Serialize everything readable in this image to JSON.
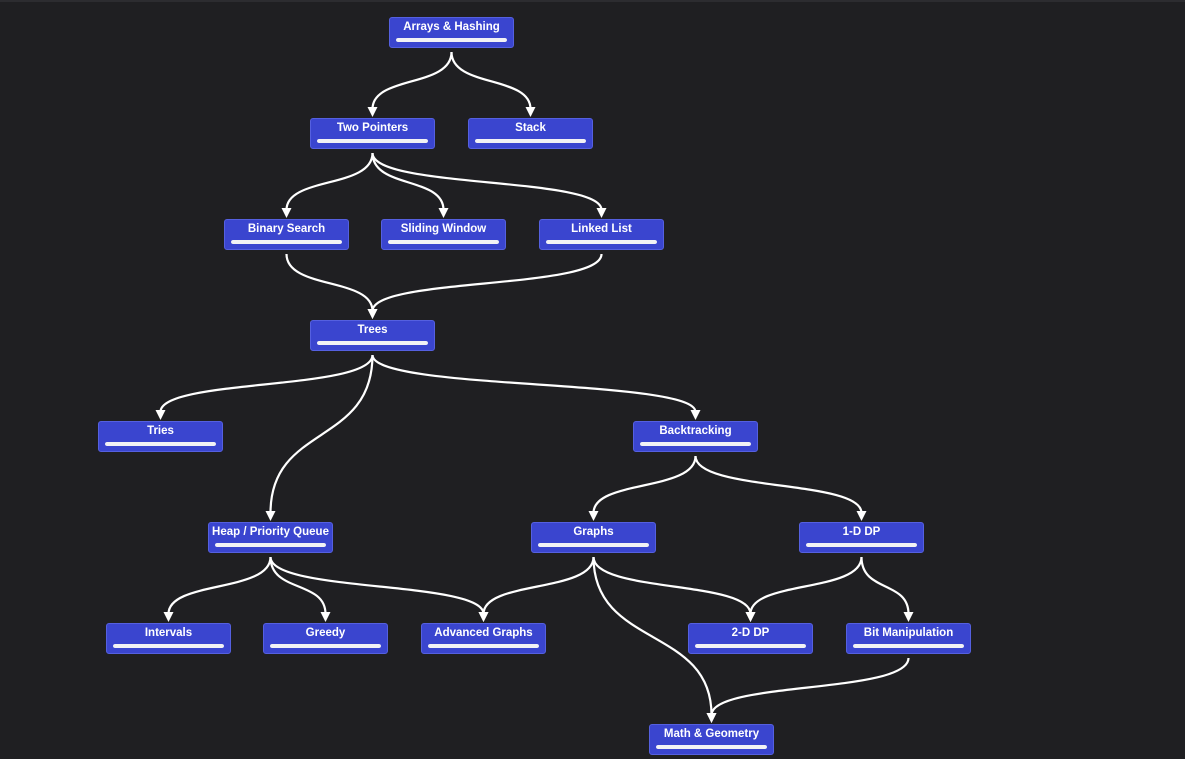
{
  "colors": {
    "background": "#1f1f22",
    "node_fill": "#3a45cf",
    "node_border": "#5560e0",
    "edge": "#ffffff",
    "progress_track": "#4b55d6",
    "progress_fill": "#f2f2f5"
  },
  "roadmap": {
    "nodes": [
      {
        "id": "arrays-hashing",
        "label": "Arrays & Hashing",
        "progress": 1.0
      },
      {
        "id": "two-pointers",
        "label": "Two Pointers",
        "progress": 1.0
      },
      {
        "id": "stack",
        "label": "Stack",
        "progress": 1.0
      },
      {
        "id": "binary-search",
        "label": "Binary Search",
        "progress": 1.0
      },
      {
        "id": "sliding-window",
        "label": "Sliding Window",
        "progress": 1.0
      },
      {
        "id": "linked-list",
        "label": "Linked List",
        "progress": 1.0
      },
      {
        "id": "trees",
        "label": "Trees",
        "progress": 1.0
      },
      {
        "id": "tries",
        "label": "Tries",
        "progress": 1.0
      },
      {
        "id": "backtracking",
        "label": "Backtracking",
        "progress": 1.0
      },
      {
        "id": "heap-priority-queue",
        "label": "Heap / Priority Queue",
        "progress": 1.0
      },
      {
        "id": "graphs",
        "label": "Graphs",
        "progress": 1.0
      },
      {
        "id": "1d-dp",
        "label": "1-D DP",
        "progress": 1.0
      },
      {
        "id": "intervals",
        "label": "Intervals",
        "progress": 1.0
      },
      {
        "id": "greedy",
        "label": "Greedy",
        "progress": 1.0
      },
      {
        "id": "advanced-graphs",
        "label": "Advanced Graphs",
        "progress": 1.0
      },
      {
        "id": "2d-dp",
        "label": "2-D DP",
        "progress": 1.0
      },
      {
        "id": "bit-manipulation",
        "label": "Bit Manipulation",
        "progress": 1.0
      },
      {
        "id": "math-geometry",
        "label": "Math & Geometry",
        "progress": 1.0
      }
    ],
    "edges": [
      [
        "arrays-hashing",
        "two-pointers"
      ],
      [
        "arrays-hashing",
        "stack"
      ],
      [
        "two-pointers",
        "binary-search"
      ],
      [
        "two-pointers",
        "sliding-window"
      ],
      [
        "two-pointers",
        "linked-list"
      ],
      [
        "binary-search",
        "trees"
      ],
      [
        "linked-list",
        "trees"
      ],
      [
        "trees",
        "tries"
      ],
      [
        "trees",
        "heap-priority-queue"
      ],
      [
        "trees",
        "backtracking"
      ],
      [
        "backtracking",
        "graphs"
      ],
      [
        "backtracking",
        "1d-dp"
      ],
      [
        "heap-priority-queue",
        "intervals"
      ],
      [
        "heap-priority-queue",
        "greedy"
      ],
      [
        "heap-priority-queue",
        "advanced-graphs"
      ],
      [
        "graphs",
        "advanced-graphs"
      ],
      [
        "graphs",
        "2d-dp"
      ],
      [
        "graphs",
        "math-geometry"
      ],
      [
        "1d-dp",
        "2d-dp"
      ],
      [
        "1d-dp",
        "bit-manipulation"
      ],
      [
        "bit-manipulation",
        "math-geometry"
      ]
    ]
  }
}
